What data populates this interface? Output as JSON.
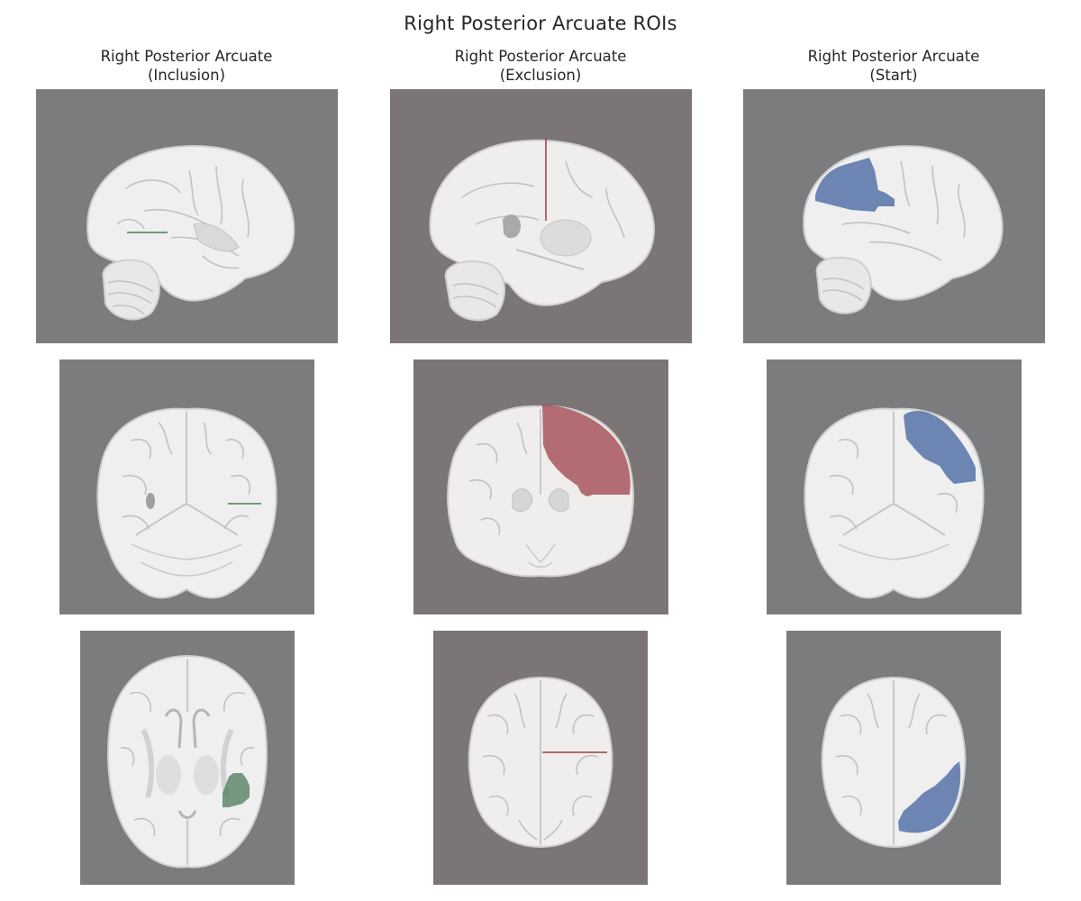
{
  "figure": {
    "title": "Right Posterior Arcuate ROIs"
  },
  "columns": [
    {
      "title_line1": "Right Posterior Arcuate",
      "title_line2": "(Inclusion)",
      "roi_color": "#4b7a58",
      "background": "#7b7c7c"
    },
    {
      "title_line1": "Right Posterior Arcuate",
      "title_line2": "(Exclusion)",
      "roi_color": "#9b3b43",
      "background": "#7b7675"
    },
    {
      "title_line1": "Right Posterior Arcuate",
      "title_line2": "(Start)",
      "roi_color": "#3a5c9a",
      "background": "#7b7c7e"
    }
  ],
  "views": [
    "sagittal",
    "coronal",
    "axial"
  ],
  "colors": {
    "brain_fill": "#efefef",
    "brain_outline": "#cfcfcf",
    "gyri_lines": "#c2c2c2"
  }
}
